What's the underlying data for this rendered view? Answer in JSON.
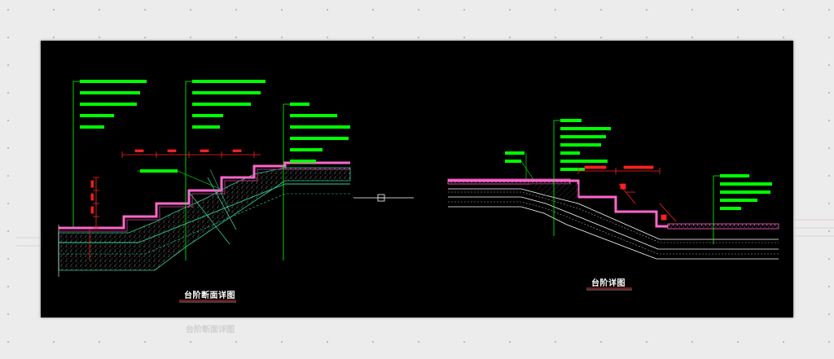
{
  "drawing": {
    "left_title": "台阶断面详图",
    "right_title": "台阶详图",
    "ghost_title": "台阶断面详图"
  },
  "colors": {
    "background": "#000000",
    "annotation": "#00ff00",
    "dimension": "#ff2020",
    "paving": "#ff66cc",
    "gravel": "#aaaaaa",
    "outline": "#ffffff",
    "structure": "#33cc99",
    "page": "#ececec"
  }
}
